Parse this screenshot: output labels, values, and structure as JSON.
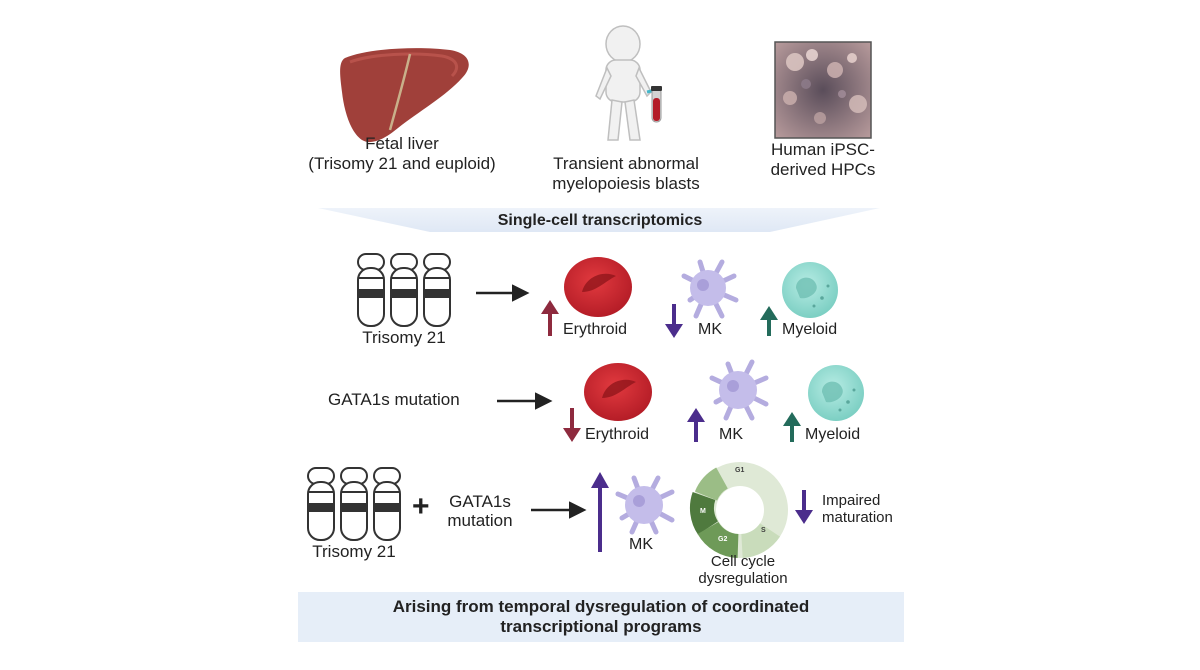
{
  "sources": {
    "fetal_liver_line1": "Fetal liver",
    "fetal_liver_line2": "(Trisomy 21 and euploid)",
    "tam_line1": "Transient abnormal",
    "tam_line2": "myelopoiesis blasts",
    "ipsc_line1": "Human iPSC-",
    "ipsc_line2": "derived HPCs"
  },
  "method_banner": "Single-cell transcriptomics",
  "row1": {
    "condition": "Trisomy 21",
    "erythroid": "Erythroid",
    "mk": "MK",
    "myeloid": "Myeloid",
    "erythroid_change": "up",
    "mk_change": "down",
    "myeloid_change": "up"
  },
  "row2": {
    "condition": "GATA1s mutation",
    "erythroid": "Erythroid",
    "mk": "MK",
    "myeloid": "Myeloid",
    "erythroid_change": "down",
    "mk_change": "up",
    "myeloid_change": "up"
  },
  "row3": {
    "condition": "Trisomy 21",
    "plus": "+",
    "mutation_line1": "GATA1s",
    "mutation_line2": "mutation",
    "mk": "MK",
    "cell_cycle_line1": "Cell cycle",
    "cell_cycle_line2": "dysregulation",
    "phase_g1": "G1",
    "phase_s": "S",
    "phase_g2": "G2",
    "phase_m": "M",
    "maturation_line1": "Impaired",
    "maturation_line2": "maturation",
    "mk_change": "up",
    "maturation_change": "down"
  },
  "conclusion_line1": "Arising from temporal dysregulation of coordinated",
  "conclusion_line2": "transcriptional programs",
  "colors": {
    "erythroid_arrow": "#8e2a3e",
    "mk_arrow": "#4b2d8c",
    "myeloid_arrow": "#236b5b",
    "rbc": "#c8262e",
    "mk_cell": "#c4bdea",
    "myeloid_cell": "#8fd6cc",
    "banner": "#e6eef8",
    "cell_cycle_dark": "#5f8a4c",
    "cell_cycle_light": "#dfe9d6"
  }
}
